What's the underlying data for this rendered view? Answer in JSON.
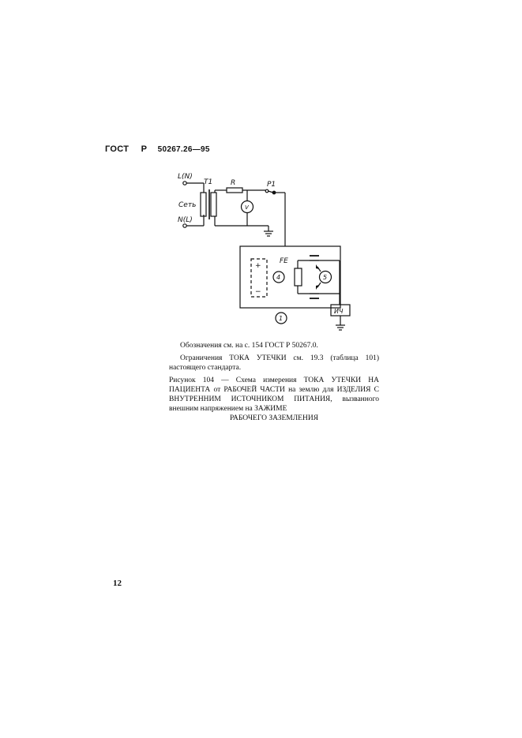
{
  "header": {
    "prefix": "ГОСТ",
    "letter": "Р",
    "number": "50267.26—95"
  },
  "diagram": {
    "labels": {
      "l_n": "L(N)",
      "mains": "Сеть",
      "n_l": "N(L)",
      "t1": "T1",
      "r": "R",
      "p1": "P1",
      "v": "V",
      "fe": "FE",
      "plus": "+",
      "minus": "−",
      "four": "4",
      "five": "5",
      "one": "1",
      "mi": "ИЧ"
    }
  },
  "notes": {
    "ref": "Обозначения см. на с. 154 ГОСТ Р 50267.0.",
    "limits": "Ограничения ТОКА УТЕЧКИ см. 19.3 (таблица 101) настоящего стандарта.",
    "caption_main": "Рисунок 104 — Схема измерения ТОКА УТЕЧКИ НА ПАЦИЕНТА от РАБОЧЕЙ ЧАСТИ на землю для ИЗДЕЛИЯ С ВНУТРЕННИМ ИСТОЧНИКОМ ПИТАНИЯ, вызванного внешним напряжением на ЗАЖИМЕ",
    "caption_end": "РАБОЧЕГО ЗАЗЕМЛЕНИЯ"
  },
  "page_number": "12"
}
